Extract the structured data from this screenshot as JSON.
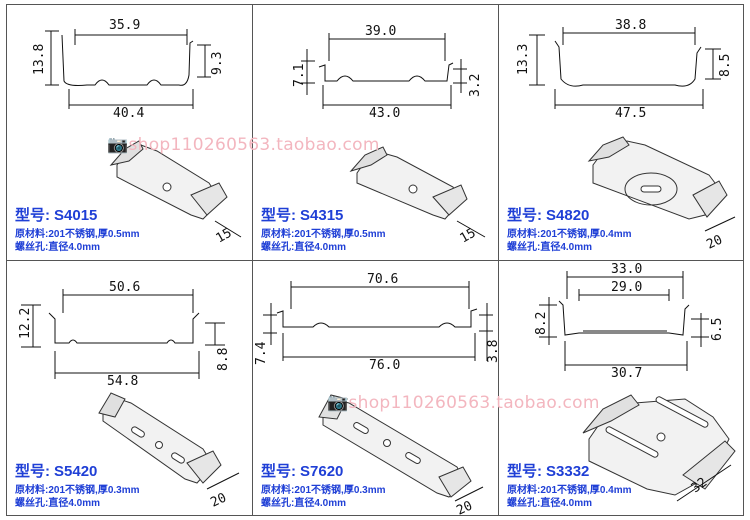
{
  "labels": {
    "model_prefix": "型号:",
    "material_prefix": "原材料:",
    "material_grade": "201不锈钢,",
    "thickness_prefix": "厚",
    "hole_prefix": "螺丝孔:",
    "hole_diameter": "直径4.0mm"
  },
  "watermark": "shop110260563.taobao.com",
  "colors": {
    "label_blue": "#1f3fd6",
    "line": "#111111",
    "watermark": "#f3b6bf"
  },
  "brackets": [
    {
      "model": "S4015",
      "thickness": "0.5mm",
      "dims": {
        "top": "35.9",
        "left": "13.8",
        "right": "9.3",
        "bottom": "40.4",
        "width": "15"
      }
    },
    {
      "model": "S4315",
      "thickness": "0.5mm",
      "dims": {
        "top": "39.0",
        "left": "7.1",
        "right": "3.2",
        "bottom": "43.0",
        "width": "15"
      }
    },
    {
      "model": "S4820",
      "thickness": "0.4mm",
      "dims": {
        "top": "38.8",
        "left": "13.3",
        "right": "8.5",
        "bottom": "47.5",
        "width": "20"
      }
    },
    {
      "model": "S5420",
      "thickness": "0.3mm",
      "dims": {
        "top": "50.6",
        "left": "12.2",
        "right": "8.8",
        "bottom": "54.8",
        "width": "20"
      }
    },
    {
      "model": "S7620",
      "thickness": "0.3mm",
      "dims": {
        "top": "70.6",
        "left": "7.4",
        "right": "3.8",
        "bottom": "76.0",
        "width": "20"
      }
    },
    {
      "model": "S3332",
      "thickness": "0.4mm",
      "dims": {
        "top": "33.0",
        "top2": "29.0",
        "left": "8.2",
        "right": "6.5",
        "bottom": "30.7",
        "width": "32"
      }
    }
  ]
}
